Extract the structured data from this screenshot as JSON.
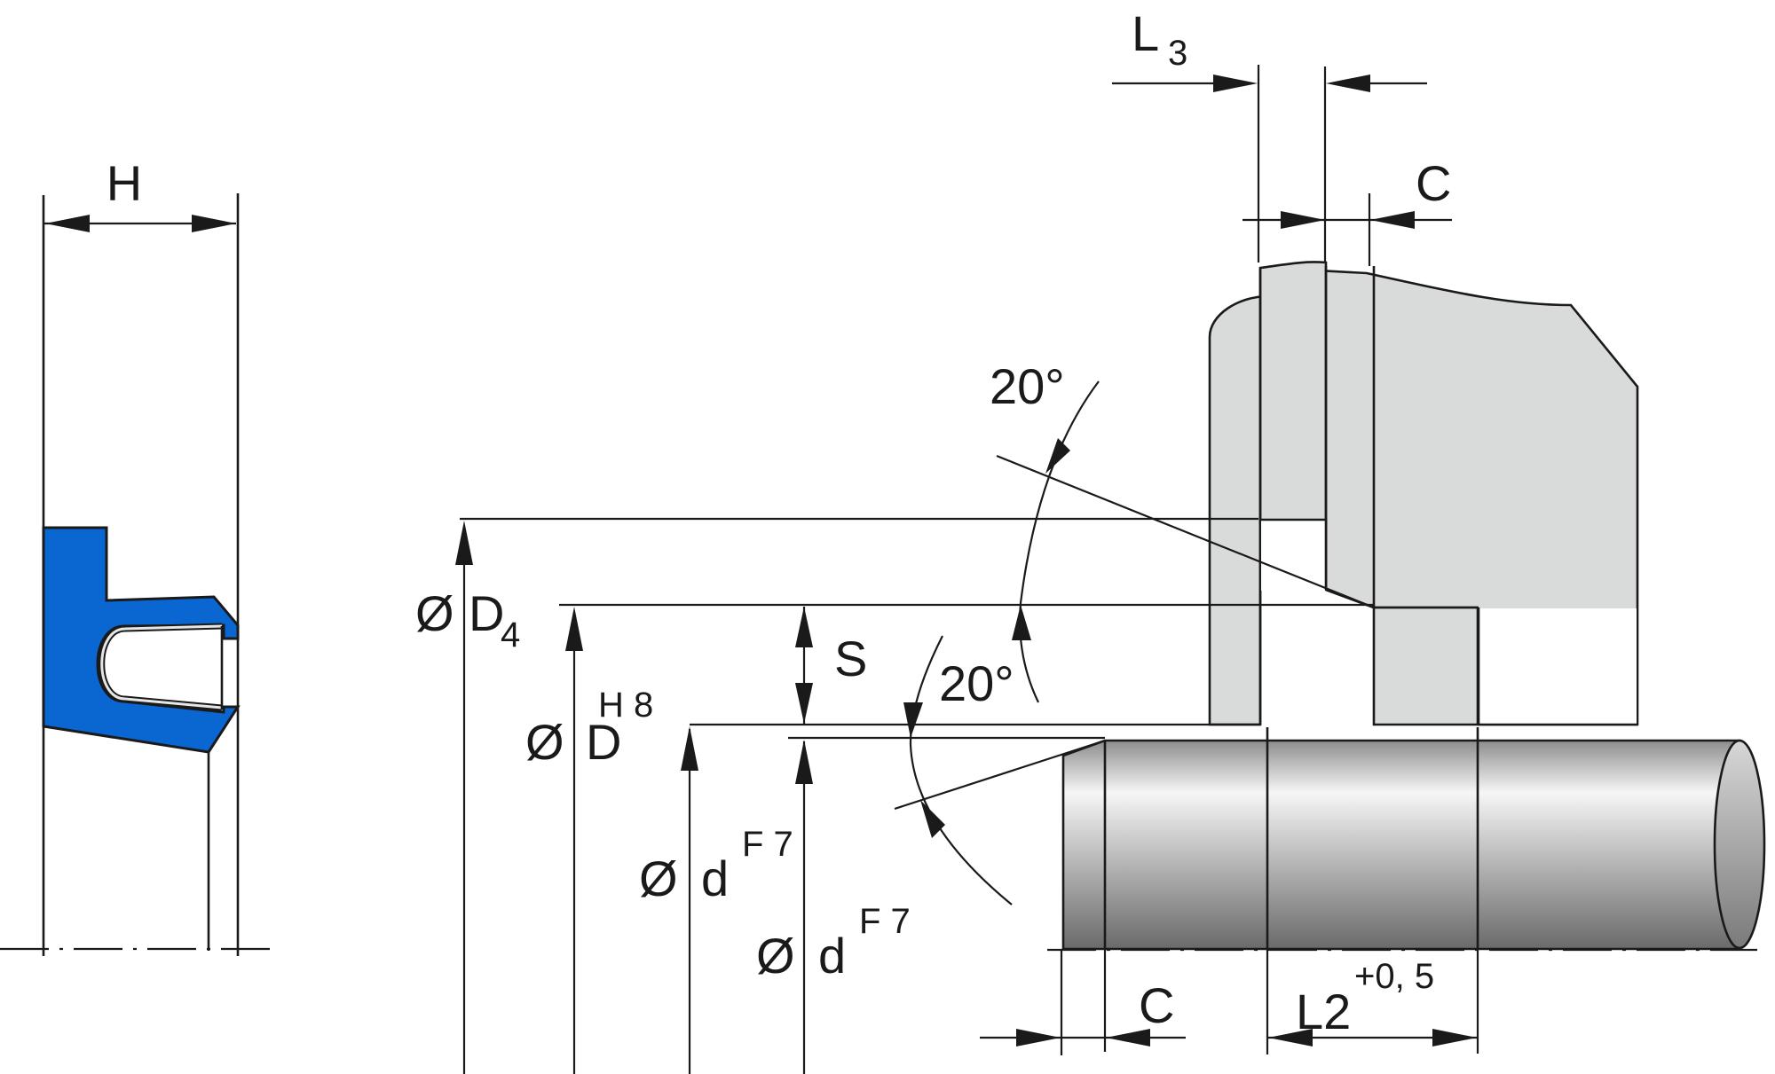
{
  "diagram": {
    "type": "technical-drawing",
    "subject": "seal groove installation drawing with shaft and housing",
    "colors": {
      "seal": "#0a66d1",
      "housing": "#d9dbdb",
      "shaft_light": "#f5f5f5",
      "shaft_dark": "#6a6a6a",
      "line": "#1a1a1a"
    },
    "labels": {
      "H": "H",
      "L3_main": "L",
      "L3_sub": "3",
      "C_top": "C",
      "angle_top": "20°",
      "angle_bottom": "20°",
      "dia_symbol": "Ø",
      "D4_main": "D",
      "D4_sub": "4",
      "S": "S",
      "D_main": "D",
      "D_sup": "H 8",
      "d1_main": "d",
      "d1_sup": "F 7",
      "d2_main": "d",
      "d2_sup": "F 7",
      "C_bottom": "C",
      "L2_main": "L2",
      "L2_sup": "+0, 5"
    }
  }
}
